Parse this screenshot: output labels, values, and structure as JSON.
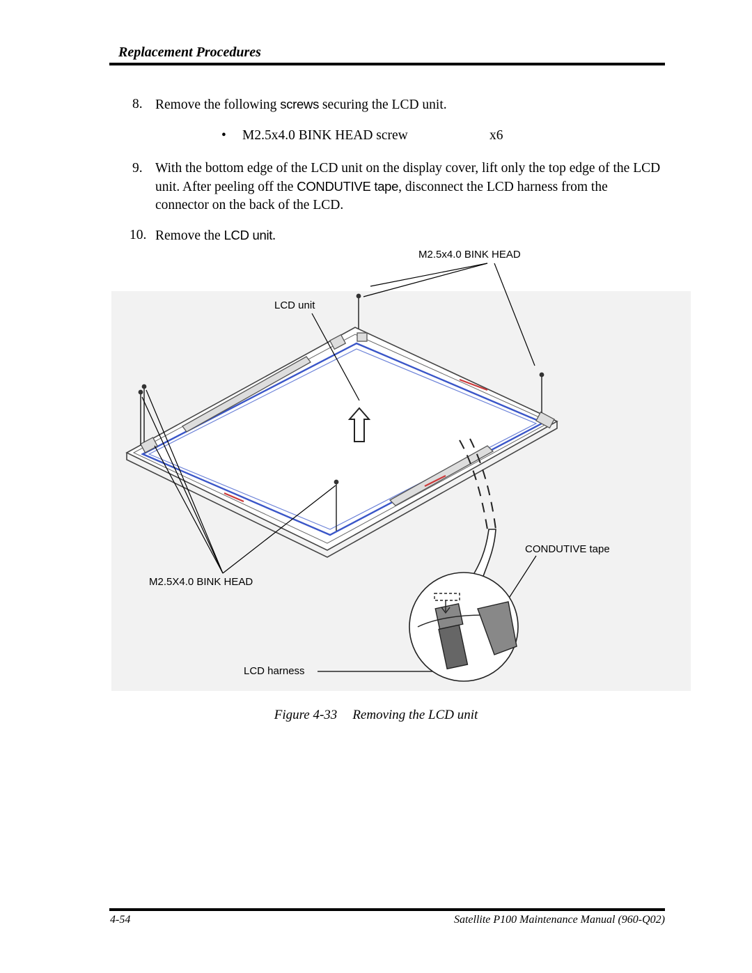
{
  "header": {
    "title": "Replacement Procedures"
  },
  "steps": {
    "step8": {
      "num": "8.",
      "pre": "Remove the following ",
      "bold": "screws",
      "post": " securing the LCD unit."
    },
    "bullet": {
      "dot": "•",
      "text": "M2.5x4.0  BINK HEAD screw",
      "qty": "x6"
    },
    "step9": {
      "num": "9.",
      "pre": "With the bottom edge of the LCD unit on the display cover, lift only the top edge of the LCD unit. After peeling off the ",
      "bold": "CONDUTIVE tape",
      "post": ", disconnect the LCD harness from the connector on the back of the LCD."
    },
    "step10": {
      "num": "10.",
      "pre": "Remove the ",
      "bold": "LCD unit",
      "post": "."
    }
  },
  "figure": {
    "labels": {
      "screw_top": "M2.5x4.0  BINK HEAD",
      "lcd_unit": "LCD unit",
      "conductive_tape": "CONDUTIVE tape",
      "screw_bottom": "M2.5X4.0 BINK HEAD",
      "lcd_harness": "LCD harness"
    },
    "caption_num": "Figure 4-33",
    "caption_text": "Removing the LCD unit"
  },
  "footer": {
    "page": "4-54",
    "manual": "Satellite P100  Maintenance Manual (960-Q02)"
  }
}
